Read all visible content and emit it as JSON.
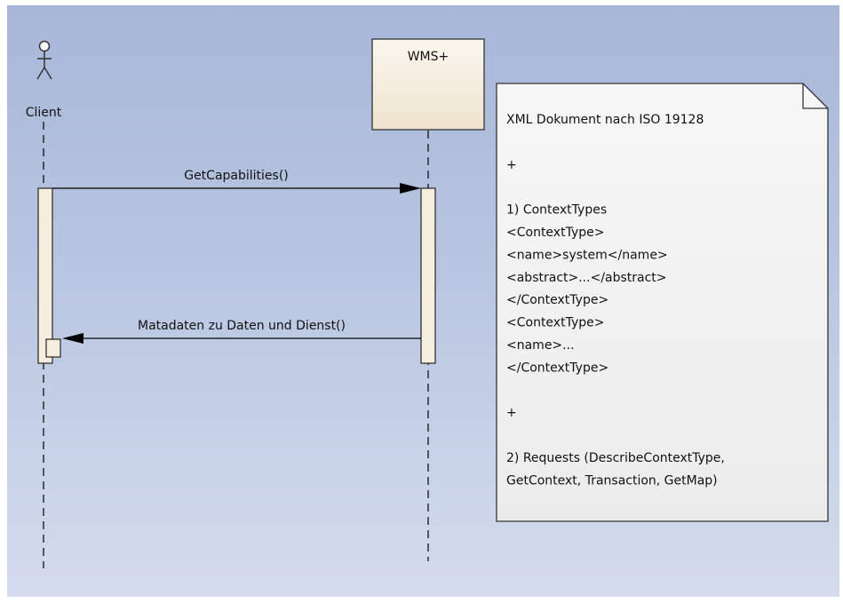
{
  "diagram": {
    "actor": {
      "label": "Client"
    },
    "lifeline": {
      "label": "WMS+"
    },
    "messages": [
      {
        "label": "GetCapabilities()"
      },
      {
        "label": "Matadaten zu Daten und Dienst()"
      }
    ],
    "note": {
      "lines": [
        "XML Dokument nach ISO 19128",
        "",
        "+",
        "",
        "1) ContextTypes",
        "<ContextType>",
        "<name>system</name>",
        "<abstract>...</abstract>",
        "</ContextType>",
        "<ContextType>",
        "<name>...",
        "</ContextType>",
        "",
        "+",
        "",
        "2) Requests (DescribeContextType,",
        "GetContext, Transaction, GetMap)"
      ]
    },
    "colors": {
      "box_fill": "#f5eedf",
      "box_stroke": "#333333",
      "note_fill": "#f2f2f2",
      "line": "#000000"
    }
  }
}
